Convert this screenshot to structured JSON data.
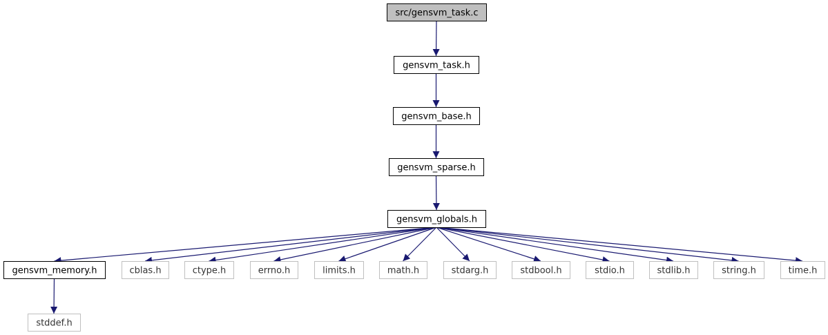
{
  "diagram": {
    "nodes": [
      {
        "id": "n0",
        "label": "src/gensvm_task.c",
        "kind": "root"
      },
      {
        "id": "n1",
        "label": "gensvm_task.h",
        "kind": "local"
      },
      {
        "id": "n2",
        "label": "gensvm_base.h",
        "kind": "local"
      },
      {
        "id": "n3",
        "label": "gensvm_sparse.h",
        "kind": "local"
      },
      {
        "id": "n4",
        "label": "gensvm_globals.h",
        "kind": "local"
      },
      {
        "id": "n5",
        "label": "gensvm_memory.h",
        "kind": "local"
      },
      {
        "id": "n6",
        "label": "cblas.h",
        "kind": "system"
      },
      {
        "id": "n7",
        "label": "ctype.h",
        "kind": "system"
      },
      {
        "id": "n8",
        "label": "errno.h",
        "kind": "system"
      },
      {
        "id": "n9",
        "label": "limits.h",
        "kind": "system"
      },
      {
        "id": "n10",
        "label": "math.h",
        "kind": "system"
      },
      {
        "id": "n11",
        "label": "stdarg.h",
        "kind": "system"
      },
      {
        "id": "n12",
        "label": "stdbool.h",
        "kind": "system"
      },
      {
        "id": "n13",
        "label": "stdio.h",
        "kind": "system"
      },
      {
        "id": "n14",
        "label": "stdlib.h",
        "kind": "system"
      },
      {
        "id": "n15",
        "label": "string.h",
        "kind": "system"
      },
      {
        "id": "n16",
        "label": "time.h",
        "kind": "system"
      },
      {
        "id": "n17",
        "label": "stddef.h",
        "kind": "system"
      }
    ],
    "edges": [
      {
        "from": "n0",
        "to": "n1"
      },
      {
        "from": "n1",
        "to": "n2"
      },
      {
        "from": "n2",
        "to": "n3"
      },
      {
        "from": "n3",
        "to": "n4"
      },
      {
        "from": "n4",
        "to": "n5"
      },
      {
        "from": "n4",
        "to": "n6"
      },
      {
        "from": "n4",
        "to": "n7"
      },
      {
        "from": "n4",
        "to": "n8"
      },
      {
        "from": "n4",
        "to": "n9"
      },
      {
        "from": "n4",
        "to": "n10"
      },
      {
        "from": "n4",
        "to": "n11"
      },
      {
        "from": "n4",
        "to": "n12"
      },
      {
        "from": "n4",
        "to": "n13"
      },
      {
        "from": "n4",
        "to": "n14"
      },
      {
        "from": "n4",
        "to": "n15"
      },
      {
        "from": "n4",
        "to": "n16"
      },
      {
        "from": "n5",
        "to": "n17"
      }
    ],
    "colors": {
      "root_fill": "#bfbfbf",
      "node_border": "#000000",
      "system_border": "#bfbfbf",
      "edge": "#191970",
      "background": "#ffffff"
    }
  }
}
